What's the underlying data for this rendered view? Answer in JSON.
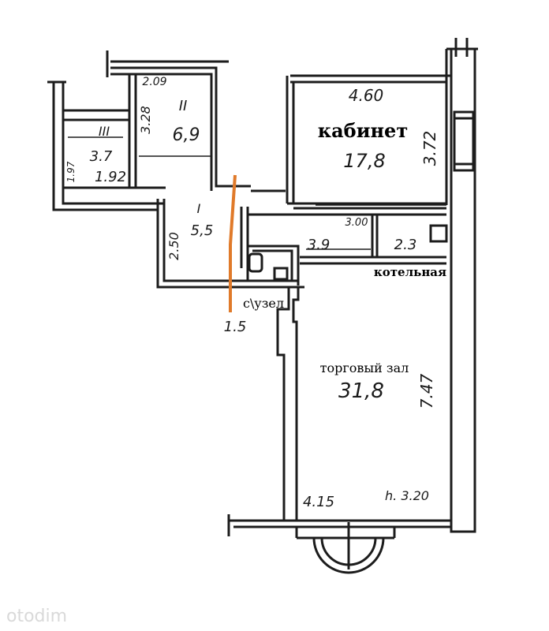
{
  "plan": {
    "colors": {
      "wall": "#1c1c1c",
      "marker": "#e07a2a",
      "watermark": "#d9d9d9"
    },
    "rooms": {
      "cabinet": {
        "label": "кабинет",
        "area": "17,8",
        "width": "4.60",
        "depth": "3.72"
      },
      "room2": {
        "numeral": "II",
        "area": "6,9",
        "width": "2.09",
        "depth": "3.28"
      },
      "room3": {
        "numeral": "III",
        "area": "3.7",
        "width": "1.92",
        "depth": "1.97"
      },
      "room1": {
        "numeral": "I",
        "area": "5,5",
        "depth": "2.50"
      },
      "wc": {
        "label": "с\\узел",
        "area": "1.5"
      },
      "boiler": {
        "label": "котельная",
        "area": "2.3",
        "width": "3.00",
        "extra": "3.9"
      },
      "hall": {
        "label": "торговый зал",
        "area": "31,8",
        "width": "4.15",
        "depth": "7.47",
        "height": "h. 3.20"
      }
    },
    "watermark": "otodim"
  }
}
